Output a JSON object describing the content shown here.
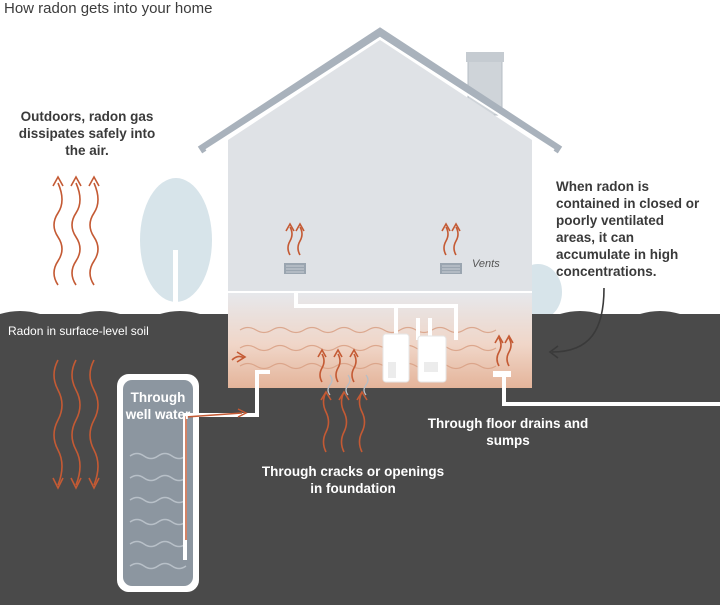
{
  "title": "How radon gets into your home",
  "labels": {
    "outdoors": "Outdoors, radon gas dissipates safely into the air.",
    "closed_areas": "When radon is contained in closed or poorly ventilated areas, it can accumulate in high concentrations.",
    "vents": "Vents",
    "soil": "Radon in surface-level soil",
    "well": "Through well water",
    "drains": "Through floor drains and sumps",
    "cracks": "Through cracks or openings in foundation"
  },
  "colors": {
    "ground": "#4a4a4a",
    "house": "#dfe2e6",
    "radon": "#c45a34",
    "roof_stroke": "#a7b0ba",
    "tree": "#d4e3ea",
    "pipe": "#ffffff"
  }
}
